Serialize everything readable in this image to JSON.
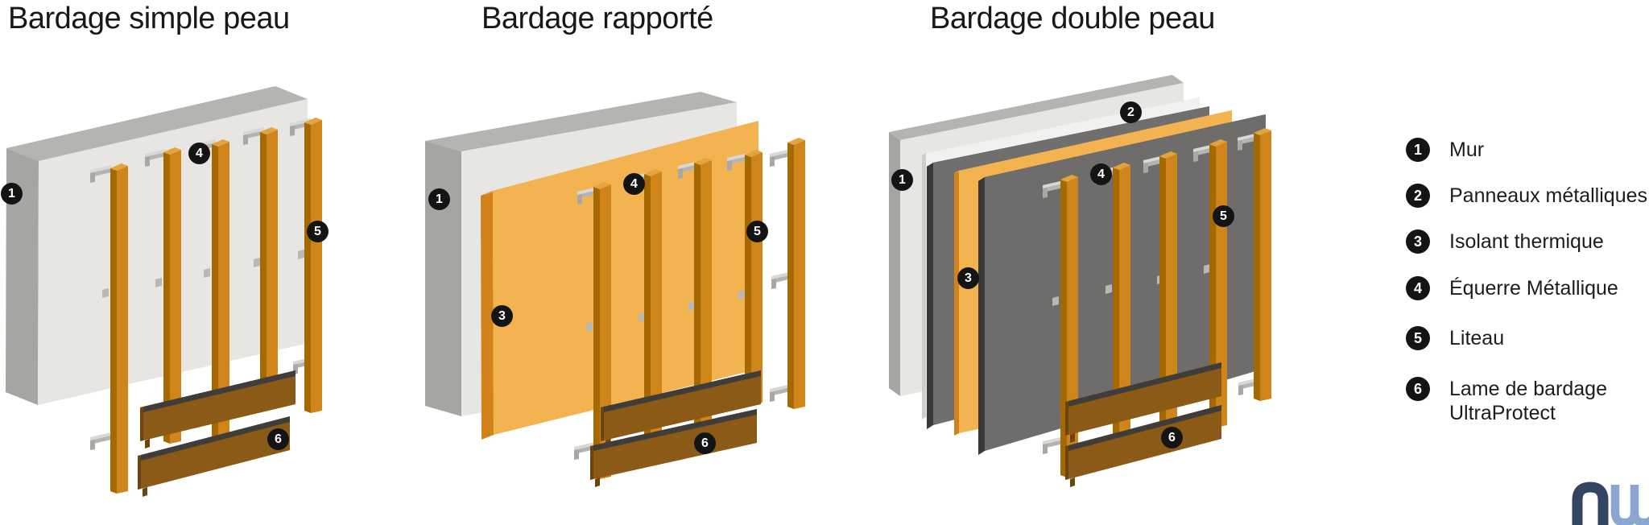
{
  "diagrams": [
    {
      "title": "Bardage simple peau",
      "markers": [
        {
          "num": "1"
        },
        {
          "num": "4"
        },
        {
          "num": "5"
        },
        {
          "num": "6"
        }
      ]
    },
    {
      "title": "Bardage rapporté",
      "markers": [
        {
          "num": "1"
        },
        {
          "num": "3"
        },
        {
          "num": "4"
        },
        {
          "num": "5"
        },
        {
          "num": "6"
        }
      ]
    },
    {
      "title": "Bardage double peau",
      "markers": [
        {
          "num": "1"
        },
        {
          "num": "2"
        },
        {
          "num": "3"
        },
        {
          "num": "4"
        },
        {
          "num": "5"
        },
        {
          "num": "6"
        }
      ]
    }
  ],
  "legend": [
    {
      "num": "1",
      "label": "Mur"
    },
    {
      "num": "2",
      "label": "Panneaux métalliques"
    },
    {
      "num": "3",
      "label": "Isolant thermique"
    },
    {
      "num": "4",
      "label": "Équerre Métallique"
    },
    {
      "num": "5",
      "label": "Liteau"
    },
    {
      "num": "6",
      "label": "Lame de bardage\nUltraProtect"
    }
  ],
  "logo": {
    "text": "nw"
  },
  "colors": {
    "wall_front": "#e8e6e3",
    "wall_top": "#b6b4b1",
    "wall_side": "#a7a5a2",
    "insulation": "#f2b350",
    "insulation_edge": "#d2821a",
    "liteau_front": "#d0851a",
    "liteau_side": "#a66900",
    "metal_panel": "#716e6e",
    "metal_panel_edge": "#3a3838",
    "lame_bardage": "#8a5a16",
    "lame_top_strip": "#3f3d3a",
    "bracket": "#b5b4b1",
    "marker_bg": "#141414",
    "marker_text": "#ffffff",
    "logo_n": "#344463",
    "logo_w": "#8ba6cf"
  }
}
